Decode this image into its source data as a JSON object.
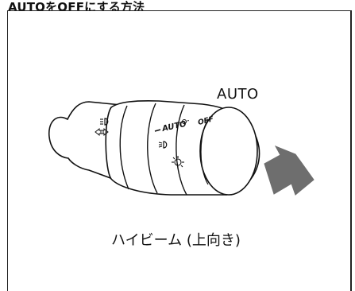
{
  "page_title": "AUTOをOFFにする方法",
  "auto_label": "AUTO",
  "switch_labels": {
    "off": "OFF",
    "auto": "AUTO"
  },
  "caption": "ハイビーム (上向き)",
  "icons": [
    "headlight-signal-icon",
    "low-beam-icon",
    "side-light-icon",
    "direction-arrow-icon"
  ]
}
